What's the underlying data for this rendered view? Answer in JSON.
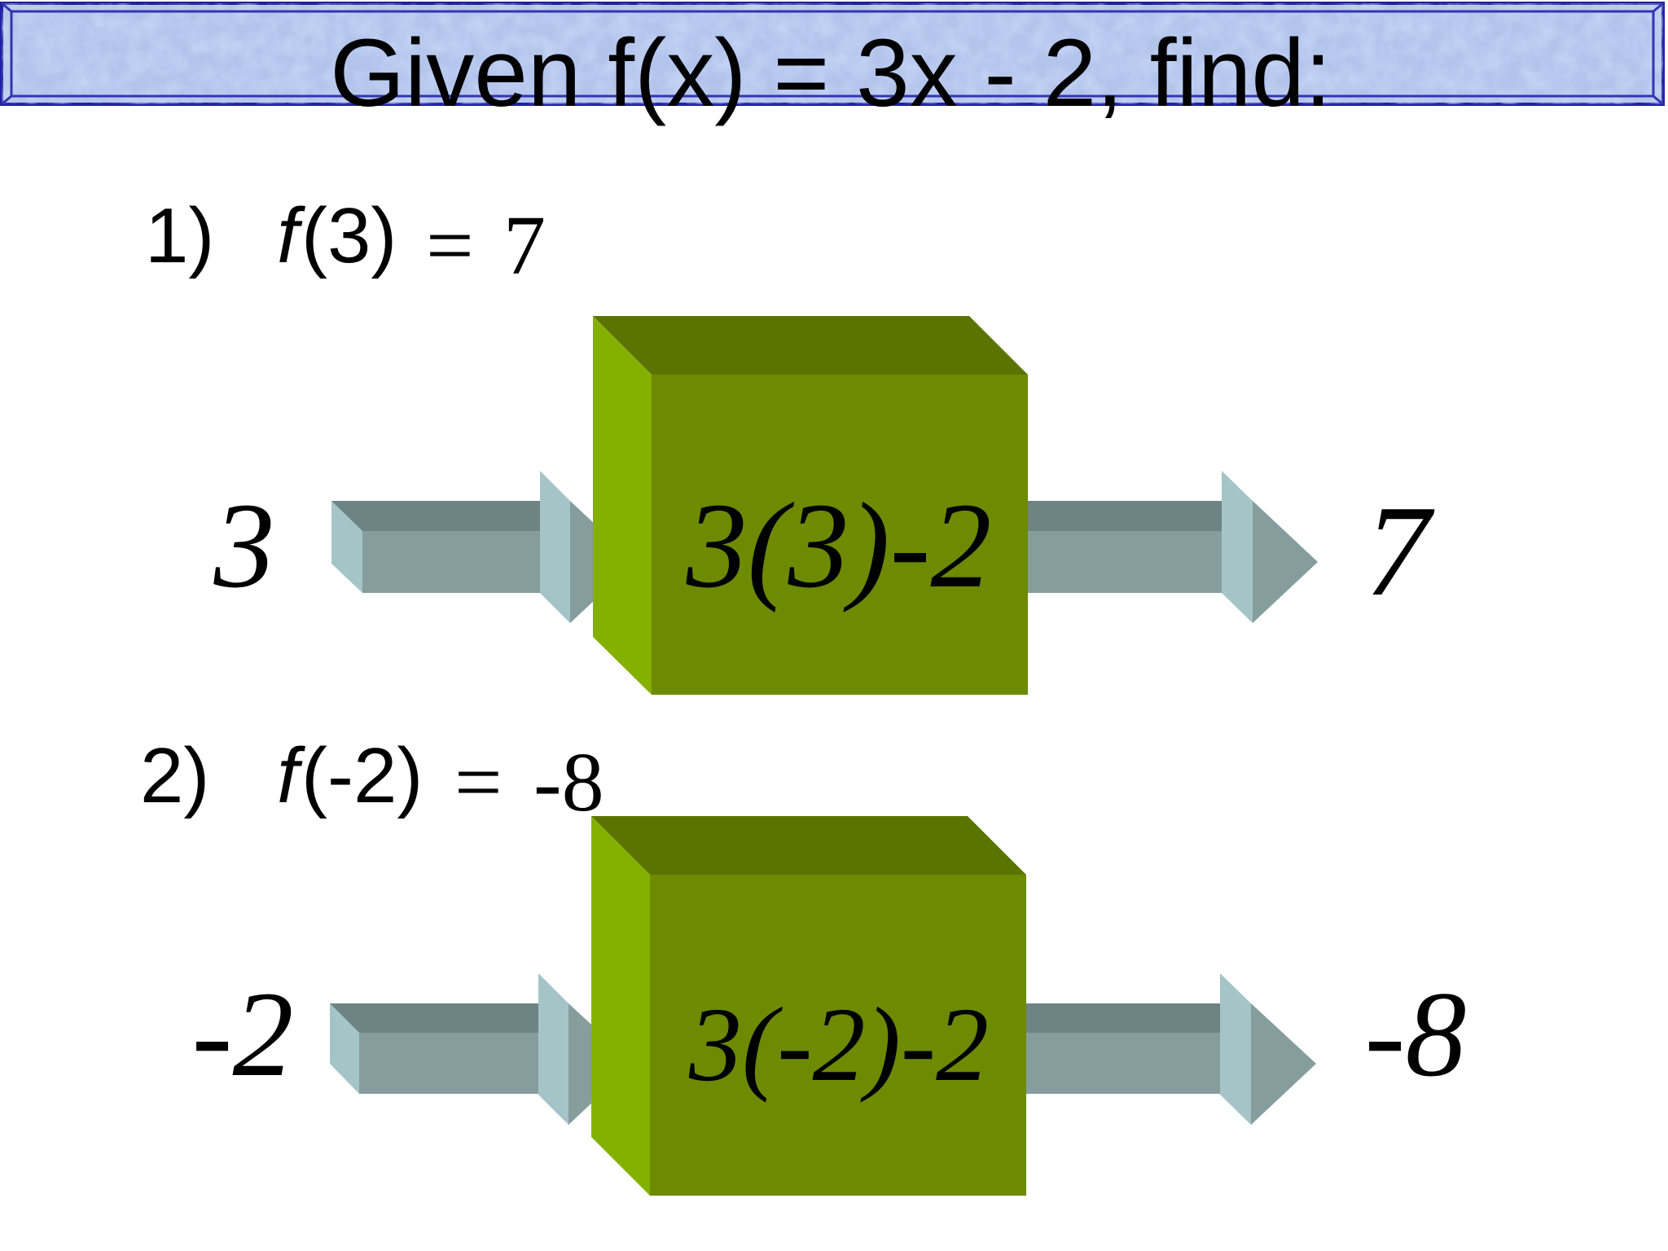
{
  "title": "Given f(x) = 3x - 2, find:",
  "problems": [
    {
      "number": "1)",
      "fname": "f",
      "arg": "(3)",
      "equals": "=",
      "answer": "7",
      "input": "3",
      "expression": "3(3)-2",
      "output": "7"
    },
    {
      "number": "2)",
      "fname": "f",
      "arg": "(-2)",
      "equals": "=",
      "answer": "-8",
      "input": "-2",
      "expression": "3(-2)-2",
      "output": "-8"
    }
  ],
  "colors": {
    "box_front": "#6e8a00",
    "box_top": "#5b7400",
    "box_side": "#84b000",
    "arrow_front": "#869d9e",
    "arrow_top": "#6e8384",
    "arrow_light": "#a5c4c7",
    "title_bg": "#b3c4ec",
    "title_border": "#2020a0"
  },
  "icons": [
    "input-arrow-icon",
    "output-arrow-icon",
    "function-machine-box"
  ]
}
